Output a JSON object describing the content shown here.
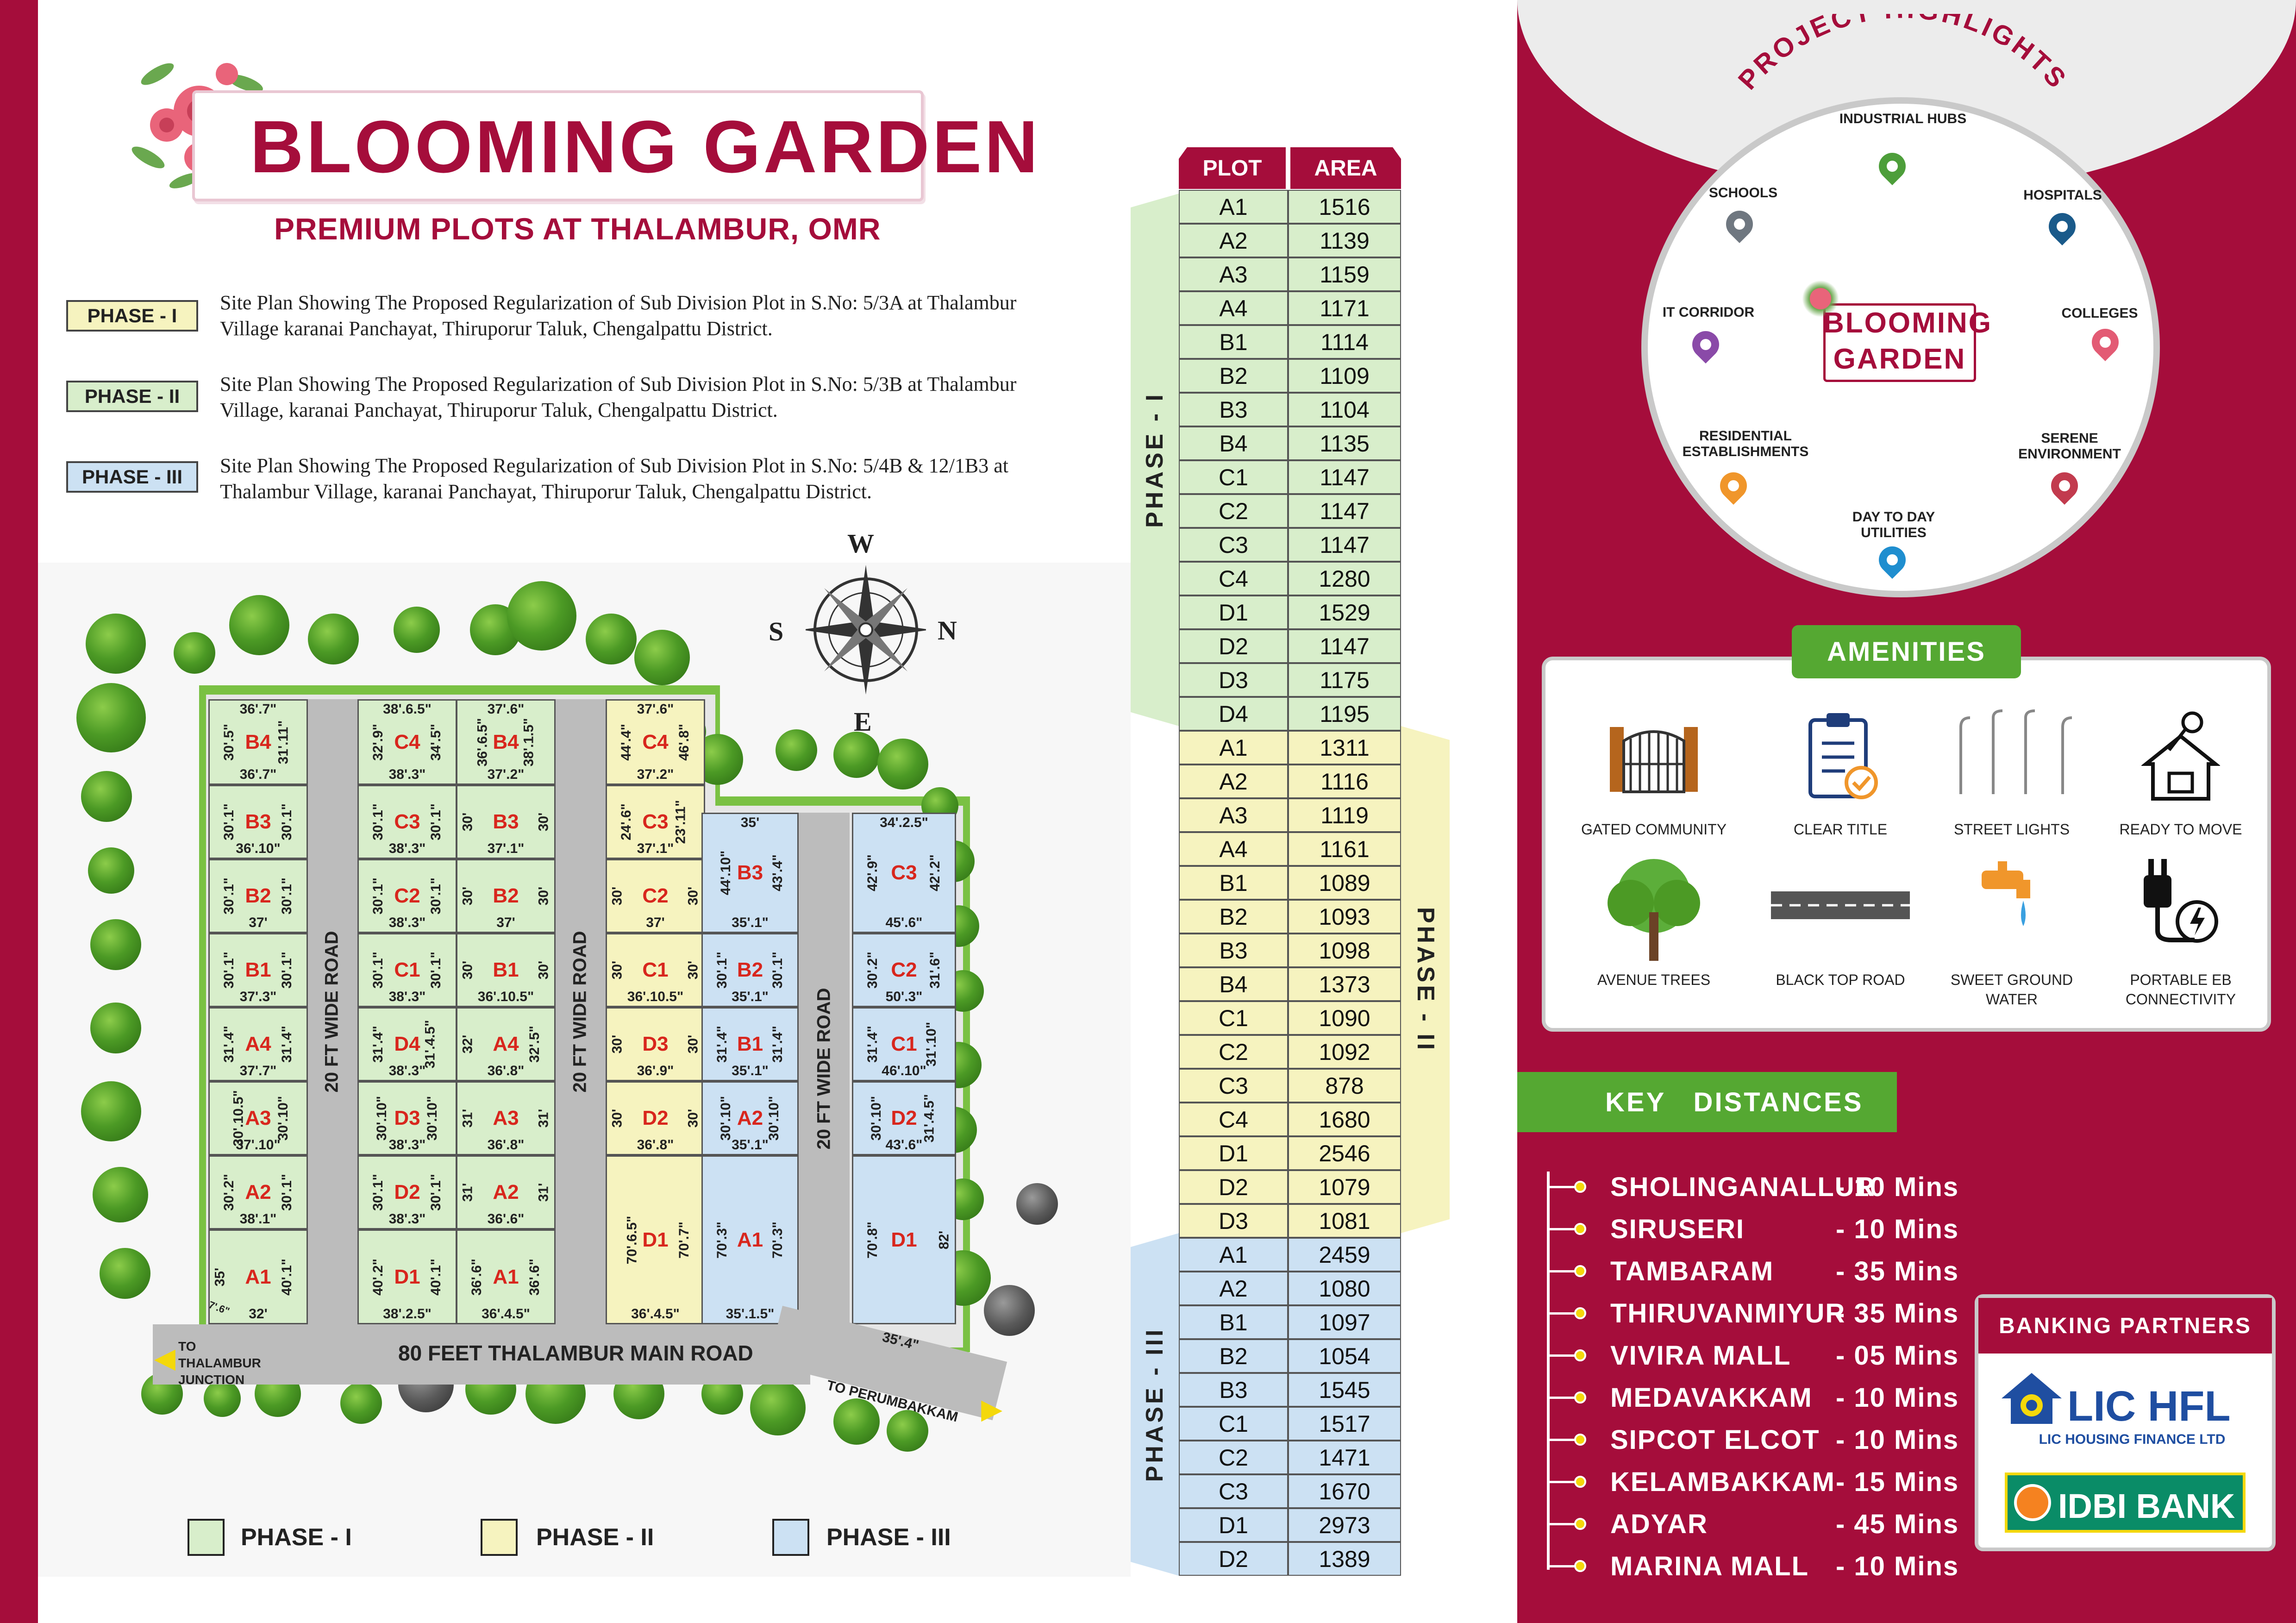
{
  "brand": {
    "title": "BLOOMING GARDEN",
    "subtitle": "PREMIUM PLOTS AT THALAMBUR, OMR",
    "colors": {
      "maroon": "#a50d3b",
      "green": "#55a832",
      "phase1": "#d8eecb",
      "phase2": "#f6f3bf",
      "phase3": "#cce1f3"
    }
  },
  "phases": [
    {
      "label": "PHASE - I",
      "desc": "Site Plan Showing The Proposed Regularization of Sub Division Plot  in S.No: 5/3A at Thalambur Village karanai Panchayat, Thiruporur Taluk, Chengalpattu District."
    },
    {
      "label": "PHASE - II",
      "desc": "Site Plan Showing The Proposed Regularization of Sub Division Plot  in S.No: 5/3B at Thalambur Village, karanai Panchayat, Thiruporur Taluk, Chengalpattu District."
    },
    {
      "label": "PHASE - III",
      "desc": "Site Plan Showing The Proposed Regularization of Sub Division Plot  in S.No: 5/4B & 12/1B3 at Thalambur Village, karanai Panchayat, Thiruporur Taluk, Chengalpattu District."
    }
  ],
  "compass": {
    "w": "W",
    "n": "N",
    "s": "S",
    "e": "E"
  },
  "site_plan": {
    "roads": {
      "road1": "20 FT WIDE ROAD",
      "road2": "20 FT WIDE ROAD",
      "road3": "20 FT WIDE ROAD",
      "main": "80 FEET THALAMBUR MAIN ROAD",
      "to_junction": "TO THALAMBUR JUNCTION",
      "to_perumbakkam": "TO PERUMBAKKAM",
      "corner_dim": "35'.4\"",
      "corner_dim_small": "7'.6\""
    },
    "plots": [
      {
        "label": "B4",
        "top": "36'.7\"",
        "bottom": "36'.7\"",
        "left": "30'.5\"",
        "right": "31'.11\""
      },
      {
        "label": "B3",
        "top": "",
        "bottom": "36'.10\"",
        "left": "30'.1\"",
        "right": "30'.1\""
      },
      {
        "label": "B2",
        "top": "",
        "bottom": "37'",
        "left": "30'.1\"",
        "right": "30'.1\""
      },
      {
        "label": "B1",
        "top": "",
        "bottom": "37'.3\"",
        "left": "30'.1\"",
        "right": "30'.1\""
      },
      {
        "label": "A4",
        "top": "",
        "bottom": "37'.7\"",
        "left": "31'.4\"",
        "right": "31'.4\""
      },
      {
        "label": "A3",
        "top": "",
        "bottom": "37'.10\"",
        "left": "30'.10.5\"",
        "right": "30'.10\""
      },
      {
        "label": "A2",
        "top": "",
        "bottom": "38'.1\"",
        "left": "30'.2\"",
        "right": "30'.1\""
      },
      {
        "label": "A1",
        "top": "",
        "bottom": "32'",
        "left": "35'",
        "right": "40'.1\""
      },
      {
        "label": "C4",
        "top": "38'.6.5\"",
        "bottom": "38'.3\"",
        "left": "32'.9\"",
        "right": "34'.5\""
      },
      {
        "label": "C3",
        "top": "",
        "bottom": "38'.3\"",
        "left": "30'.1\"",
        "right": "30'.1\""
      },
      {
        "label": "C2",
        "top": "",
        "bottom": "38'.3\"",
        "left": "30'.1\"",
        "right": "30'.1\""
      },
      {
        "label": "C1",
        "top": "",
        "bottom": "38'.3\"",
        "left": "30'.1\"",
        "right": "30'.1\""
      },
      {
        "label": "D4",
        "top": "",
        "bottom": "38'.3\"",
        "left": "31'.4\"",
        "right": "31'.4.5\""
      },
      {
        "label": "D3",
        "top": "",
        "bottom": "38'.3\"",
        "left": "30'.10\"",
        "right": "30'.10\""
      },
      {
        "label": "D2",
        "top": "",
        "bottom": "38'.3\"",
        "left": "30'.1\"",
        "right": "30'.1\""
      },
      {
        "label": "D1",
        "top": "",
        "bottom": "38'.2.5\"",
        "left": "40'.2\"",
        "right": "40'.1\""
      },
      {
        "label": "B4",
        "top": "37'.6\"",
        "bottom": "37'.2\"",
        "left": "36'.6.5\"",
        "right": "38'.1.5\""
      },
      {
        "label": "B3",
        "top": "",
        "bottom": "37'.1\"",
        "left": "30'",
        "right": "30'"
      },
      {
        "label": "B2",
        "top": "",
        "bottom": "37'",
        "left": "30'",
        "right": "30'"
      },
      {
        "label": "B1",
        "top": "",
        "bottom": "36'.10.5\"",
        "left": "30'",
        "right": "30'"
      },
      {
        "label": "A4",
        "top": "",
        "bottom": "36'.8\"",
        "left": "32'",
        "right": "32'.5\""
      },
      {
        "label": "A3",
        "top": "",
        "bottom": "36'.8\"",
        "left": "31'",
        "right": "31'"
      },
      {
        "label": "A2",
        "top": "",
        "bottom": "36'.6\"",
        "left": "31'",
        "right": "31'"
      },
      {
        "label": "A1",
        "top": "",
        "bottom": "36'.4.5\"",
        "left": "36'.6\"",
        "right": "36'.6\""
      },
      {
        "label": "C4",
        "top": "37'.6\"",
        "bottom": "37'.2\"",
        "left": "44'.4\"",
        "right": "46'.8\""
      },
      {
        "label": "C3",
        "top": "",
        "bottom": "37'.1\"",
        "left": "24'.6\"",
        "right": "23'.11\""
      },
      {
        "label": "C2",
        "top": "",
        "bottom": "37'",
        "left": "30'",
        "right": "30'"
      },
      {
        "label": "C1",
        "top": "",
        "bottom": "36'.10.5\"",
        "left": "30'",
        "right": "30'"
      },
      {
        "label": "D3",
        "top": "",
        "bottom": "36'.9\"",
        "left": "30'",
        "right": "30'"
      },
      {
        "label": "D2",
        "top": "",
        "bottom": "36'.8\"",
        "left": "30'",
        "right": "30'"
      },
      {
        "label": "D1",
        "top": "",
        "bottom": "36'.4.5\"",
        "left": "70'.6.5\"",
        "right": "70'.7\""
      },
      {
        "label": "B3",
        "top": "35'",
        "bottom": "35'.1\"",
        "left": "44'.10\"",
        "right": "43'.4\""
      },
      {
        "label": "B2",
        "top": "",
        "bottom": "35'.1\"",
        "left": "30'.1\"",
        "right": "30'.1\""
      },
      {
        "label": "B1",
        "top": "",
        "bottom": "35'.1\"",
        "left": "31'.4\"",
        "right": "31'.4\""
      },
      {
        "label": "A2",
        "top": "",
        "bottom": "35'.1\"",
        "left": "30'.10\"",
        "right": "30'.10\""
      },
      {
        "label": "A1",
        "top": "",
        "bottom": "35'.1.5\"",
        "left": "70'.3\"",
        "right": "70'.3\""
      },
      {
        "label": "C3",
        "top": "34'.2.5\"",
        "bottom": "45'.6\"",
        "left": "42'.9\"",
        "right": "42'.2\""
      },
      {
        "label": "C2",
        "top": "",
        "bottom": "50'.3\"",
        "left": "30'.2\"",
        "right": "31'.6\""
      },
      {
        "label": "C1",
        "top": "",
        "bottom": "46'.10\"",
        "left": "31'.4\"",
        "right": "31'.10\""
      },
      {
        "label": "D2",
        "top": "",
        "bottom": "43'.6\"",
        "left": "30'.10\"",
        "right": "31'.4.5\""
      },
      {
        "label": "D1",
        "top": "",
        "bottom": "",
        "left": "70'.8\"",
        "right": "82'"
      }
    ]
  },
  "legend": [
    "PHASE - I",
    "PHASE - II",
    "PHASE - III"
  ],
  "area_table": {
    "headers": [
      "PLOT",
      "AREA"
    ],
    "bands": [
      "PHASE - I",
      "PHASE - II",
      "PHASE - III"
    ],
    "rows": [
      [
        "A1",
        "1516"
      ],
      [
        "A2",
        "1139"
      ],
      [
        "A3",
        "1159"
      ],
      [
        "A4",
        "1171"
      ],
      [
        "B1",
        "1114"
      ],
      [
        "B2",
        "1109"
      ],
      [
        "B3",
        "1104"
      ],
      [
        "B4",
        "1135"
      ],
      [
        "C1",
        "1147"
      ],
      [
        "C2",
        "1147"
      ],
      [
        "C3",
        "1147"
      ],
      [
        "C4",
        "1280"
      ],
      [
        "D1",
        "1529"
      ],
      [
        "D2",
        "1147"
      ],
      [
        "D3",
        "1175"
      ],
      [
        "D4",
        "1195"
      ],
      [
        "A1",
        "1311"
      ],
      [
        "A2",
        "1116"
      ],
      [
        "A3",
        "1119"
      ],
      [
        "A4",
        "1161"
      ],
      [
        "B1",
        "1089"
      ],
      [
        "B2",
        "1093"
      ],
      [
        "B3",
        "1098"
      ],
      [
        "B4",
        "1373"
      ],
      [
        "C1",
        "1090"
      ],
      [
        "C2",
        "1092"
      ],
      [
        "C3",
        "878"
      ],
      [
        "C4",
        "1680"
      ],
      [
        "D1",
        "2546"
      ],
      [
        "D2",
        "1079"
      ],
      [
        "D3",
        "1081"
      ],
      [
        "A1",
        "2459"
      ],
      [
        "A2",
        "1080"
      ],
      [
        "B1",
        "1097"
      ],
      [
        "B2",
        "1054"
      ],
      [
        "B3",
        "1545"
      ],
      [
        "C1",
        "1517"
      ],
      [
        "C2",
        "1471"
      ],
      [
        "C3",
        "1670"
      ],
      [
        "D1",
        "2973"
      ],
      [
        "D2",
        "1389"
      ]
    ]
  },
  "highlights": {
    "title": "PROJECT HIGHLIGHTS",
    "center_line1": "BLOOMING",
    "center_line2": "GARDEN",
    "items": [
      {
        "label": "INDUSTRIAL HUBS",
        "icon": "industry-pin-icon",
        "color": "#4d9e3a"
      },
      {
        "label": "HOSPITALS",
        "icon": "hospital-pin-icon",
        "color": "#1a5a8a"
      },
      {
        "label": "COLLEGES",
        "icon": "college-pin-icon",
        "color": "#e35b74"
      },
      {
        "label": "SERENE ENVIRONMENT",
        "icon": "environment-pin-icon",
        "color": "#c23b4e"
      },
      {
        "label": "DAY TO DAY UTILITIES",
        "icon": "utilities-pin-icon",
        "color": "#1f8ecf"
      },
      {
        "label": "RESIDENTIAL ESTABLISHMENTS",
        "icon": "residential-pin-icon",
        "color": "#f0962b"
      },
      {
        "label": "IT CORRIDOR",
        "icon": "it-pin-icon",
        "color": "#8a4aa8"
      },
      {
        "label": "SCHOOLS",
        "icon": "school-pin-icon",
        "color": "#6f7780"
      }
    ]
  },
  "amenities": {
    "title": "AMENITIES",
    "items": [
      {
        "label": "GATED COMMUNITY",
        "icon": "gate-icon"
      },
      {
        "label": "CLEAR TITLE",
        "icon": "clipboard-check-icon"
      },
      {
        "label": "STREET LIGHTS",
        "icon": "street-light-icon"
      },
      {
        "label": "READY TO MOVE",
        "icon": "house-key-icon"
      },
      {
        "label": "AVENUE TREES",
        "icon": "tree-icon"
      },
      {
        "label": "BLACK TOP ROAD",
        "icon": "road-icon"
      },
      {
        "label": "SWEET GROUND WATER",
        "icon": "water-tap-icon"
      },
      {
        "label": "PORTABLE EB CONNECTIVITY",
        "icon": "power-plug-icon"
      }
    ]
  },
  "key_distances": {
    "title": "KEY   DISTANCES",
    "items": [
      {
        "place": "SHOLINGANALLUR",
        "time": "- 10 Mins"
      },
      {
        "place": "SIRUSERI",
        "time": "- 10 Mins"
      },
      {
        "place": "TAMBARAM",
        "time": "- 35 Mins"
      },
      {
        "place": "THIRUVANMIYUR",
        "time": "- 35 Mins"
      },
      {
        "place": "VIVIRA MALL",
        "time": "- 05 Mins"
      },
      {
        "place": "MEDAVAKKAM",
        "time": "- 10 Mins"
      },
      {
        "place": "SIPCOT ELCOT",
        "time": "- 10 Mins"
      },
      {
        "place": "KELAMBAKKAM",
        "time": "- 15 Mins"
      },
      {
        "place": "ADYAR",
        "time": "- 45 Mins"
      },
      {
        "place": "MARINA MALL",
        "time": "- 10 Mins"
      }
    ]
  },
  "banking": {
    "title": "BANKING PARTNERS",
    "lic_logo": "LIC HFL",
    "lic_full": "LIC HOUSING FINANCE LTD",
    "idbi_logo": "IDBI BANK"
  }
}
